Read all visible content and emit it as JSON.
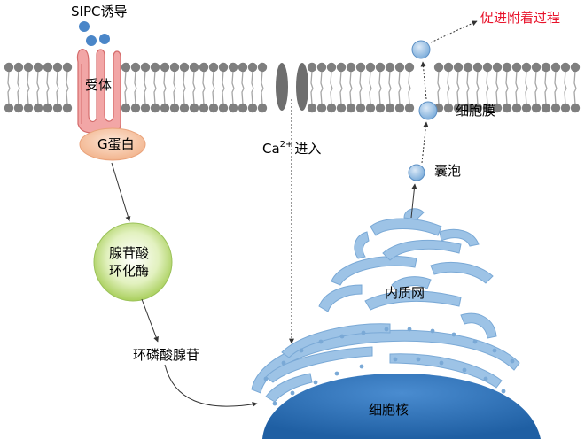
{
  "labels": {
    "sipc_induction": "SIPC诱导",
    "receptor": "受体",
    "g_protein": "G蛋白",
    "adenylate_cyclase_line1": "腺苷酸",
    "adenylate_cyclase_line2": "环化酶",
    "camp": "环磷酸腺苷",
    "ca_base": "Ca",
    "ca_sup": "2+",
    "ca_entry": "进入",
    "promote_adhesion": "促进附着过程",
    "cell_membrane": "细胞膜",
    "vesicle": "囊泡",
    "er": "内质网",
    "nucleus": "细胞核"
  },
  "colors": {
    "membrane_head": "#7f7f7f",
    "membrane_tail": "#a6a6a6",
    "receptor": "#f2a6a6",
    "g_protein": "#f7c7a8",
    "adenylate_cyclase": "#c6e28a",
    "vesicle": "#9dc3e6",
    "er": "#9dc3e6",
    "nucleus": "#2e75b6",
    "ligand": "#5b9bd5",
    "promote_text": "#e8132b"
  }
}
